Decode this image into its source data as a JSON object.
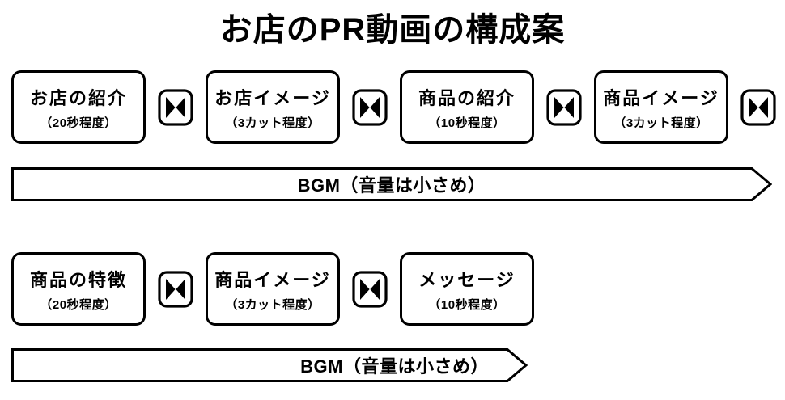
{
  "title": "お店のPR動画の構成案",
  "colors": {
    "ink": "#000000",
    "background": "#ffffff"
  },
  "icons": {
    "transition": "bowtie-scene-transition"
  },
  "row1": {
    "boxes": [
      {
        "label": "お店の紹介",
        "sub": "（20秒程度）"
      },
      {
        "label": "お店イメージ",
        "sub": "（3カット程度）"
      },
      {
        "label": "商品の紹介",
        "sub": "（10秒程度）"
      },
      {
        "label": "商品イメージ",
        "sub": "（3カット程度）"
      }
    ]
  },
  "bgm1": {
    "label": "BGM（音量は小さめ）"
  },
  "row2": {
    "boxes": [
      {
        "label": "商品の特徴",
        "sub": "（20秒程度）"
      },
      {
        "label": "商品イメージ",
        "sub": "（3カット程度）"
      },
      {
        "label": "メッセージ",
        "sub": "（10秒程度）"
      }
    ]
  },
  "bgm2": {
    "label": "BGM（音量は小さめ）"
  }
}
